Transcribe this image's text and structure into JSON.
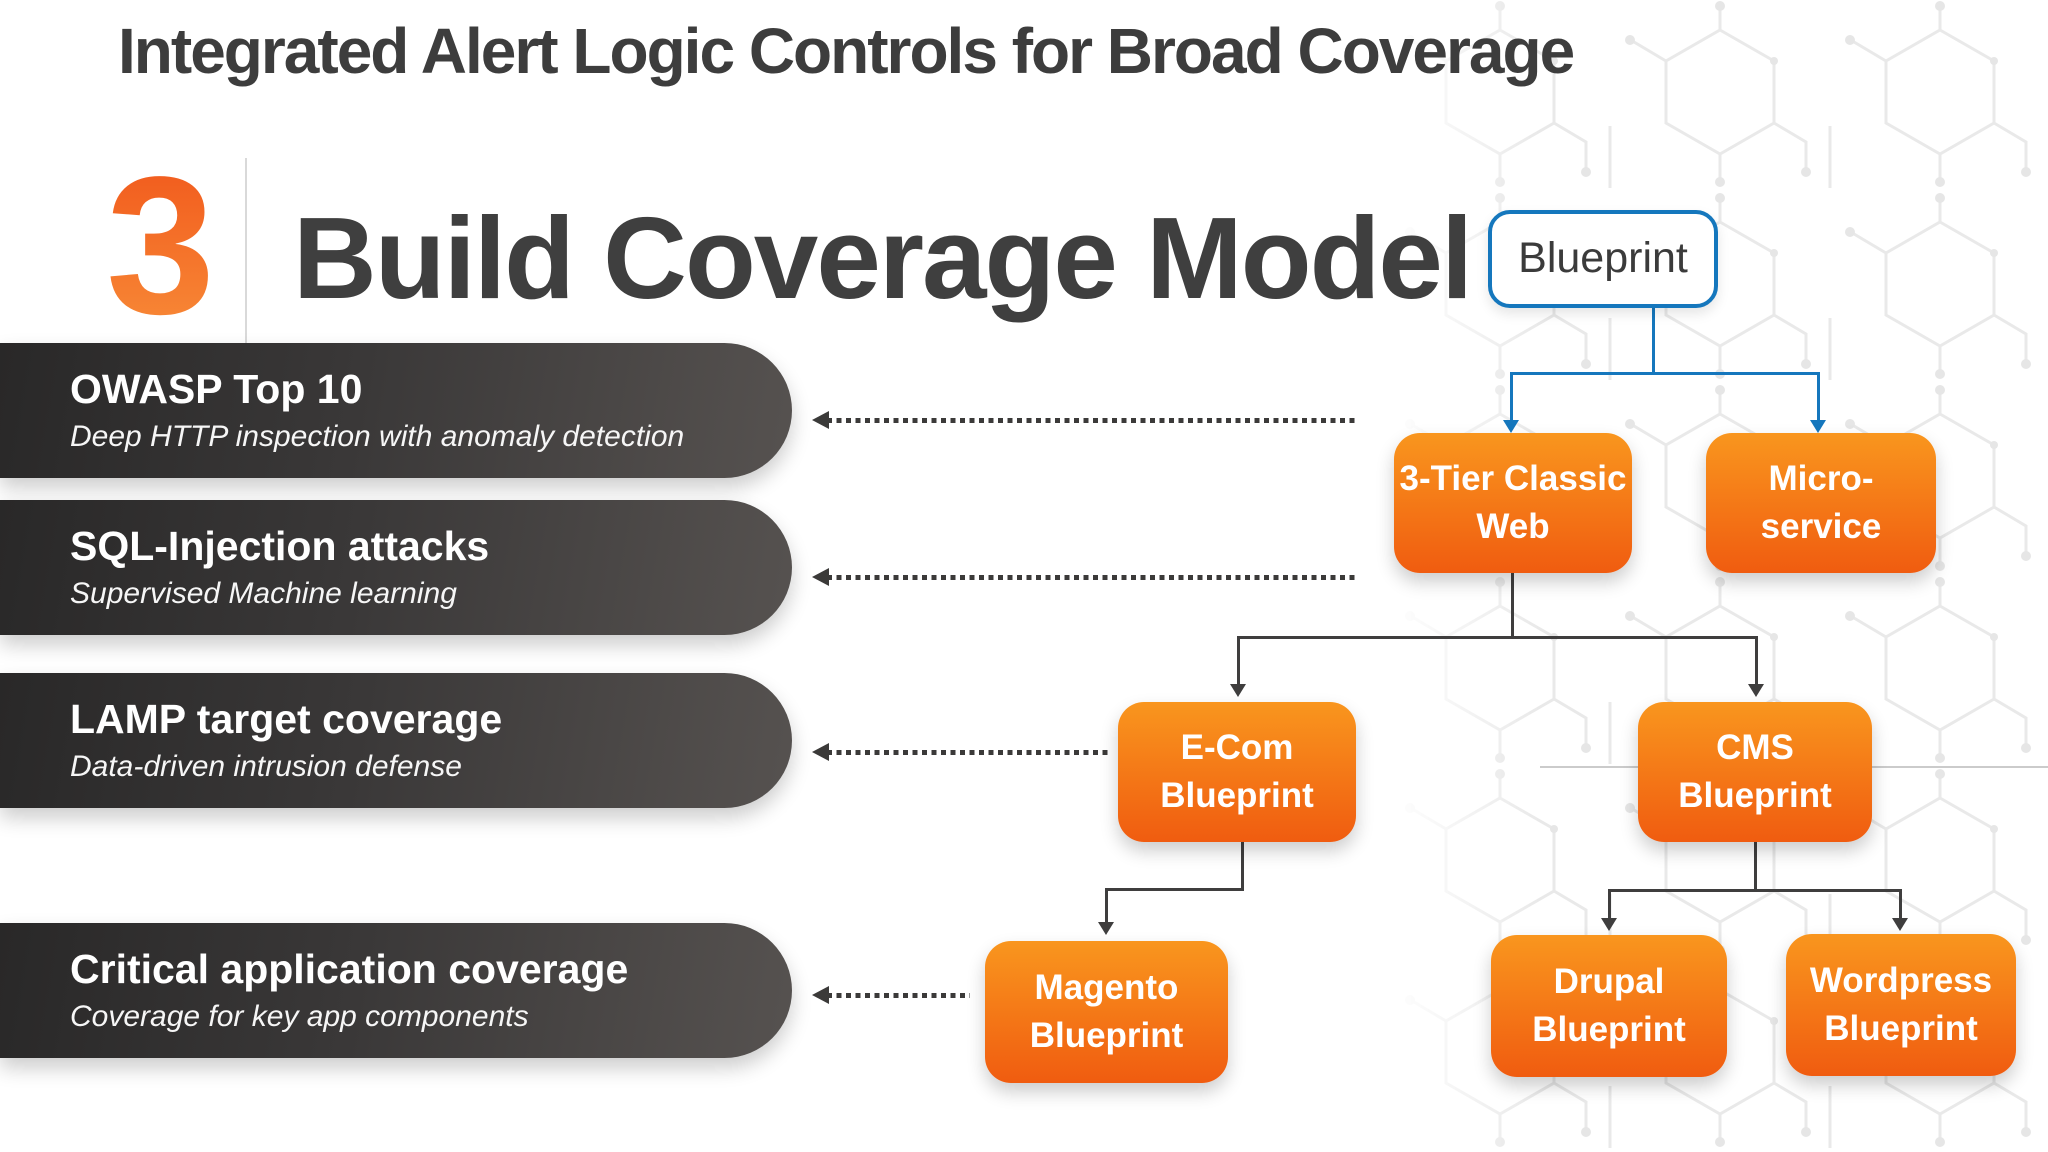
{
  "title": "Integrated Alert Logic Controls for Broad Coverage",
  "step": {
    "number": "3",
    "heading": "Build Coverage Model"
  },
  "banners": [
    {
      "title": "OWASP Top 10",
      "subtitle": "Deep HTTP inspection with anomaly detection"
    },
    {
      "title": "SQL-Injection attacks",
      "subtitle": "Supervised Machine learning"
    },
    {
      "title": "LAMP target coverage",
      "subtitle": "Data-driven intrusion defense"
    },
    {
      "title": "Critical application coverage",
      "subtitle": "Coverage for key app components"
    }
  ],
  "tree": {
    "root": {
      "label": "Blueprint",
      "lines": [
        "Blueprint"
      ]
    },
    "level1": [
      {
        "label": "3-Tier Classic Web",
        "lines": [
          "3-Tier Classic",
          "Web"
        ]
      },
      {
        "label": "Micro-service",
        "lines": [
          "Micro-",
          "service"
        ]
      }
    ],
    "level2": [
      {
        "label": "E-Com Blueprint",
        "lines": [
          "E-Com",
          "Blueprint"
        ]
      },
      {
        "label": "CMS Blueprint",
        "lines": [
          "CMS",
          "Blueprint"
        ]
      }
    ],
    "level3": [
      {
        "label": "Magento Blueprint",
        "lines": [
          "Magento",
          "Blueprint"
        ]
      },
      {
        "label": "Drupal Blueprint",
        "lines": [
          "Drupal",
          "Blueprint"
        ]
      },
      {
        "label": "Wordpress Blueprint",
        "lines": [
          "Wordpress",
          "Blueprint"
        ]
      }
    ]
  },
  "colors": {
    "step_number_orange": "#f1571b",
    "node_orange_top": "#f9961e",
    "node_orange_bottom": "#f05c10",
    "blueprint_blue": "#1577bd",
    "banner_dark_left": "#292828",
    "banner_dark_right": "#565250",
    "heading_gray": "#3d3d3d",
    "connector_dark": "#3f3e3e"
  }
}
